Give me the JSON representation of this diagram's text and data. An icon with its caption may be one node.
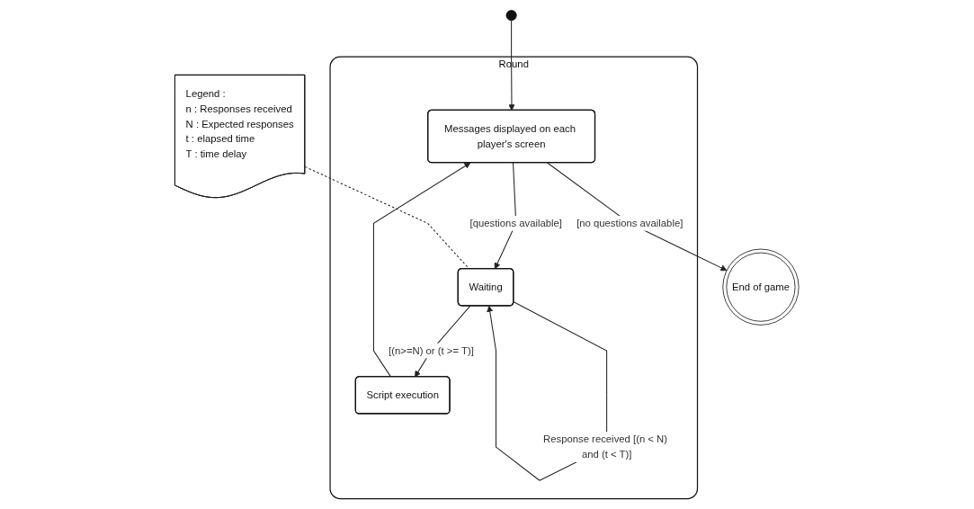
{
  "diagram": {
    "nodes": [
      {
        "text": [],
        "shape": "circle"
      },
      {
        "text": [
          "Round"
        ]
      },
      {
        "text": [
          "Messages displayed on each player's screen"
        ],
        "in": 1
      },
      {
        "text": [
          "Waiting"
        ],
        "in": 1
      },
      {
        "text": [
          "Script execution"
        ],
        "in": 1
      },
      {
        "text": [
          "End of game"
        ]
      },
      {
        "text": [
          "Legend :",
          "n : Responses received",
          "N : Expected responses",
          "t :  elapsed time",
          "T : time delay"
        ]
      }
    ],
    "edges": [
      {
        "from": 0,
        "to": 2,
        "arrow": "to"
      },
      {
        "from": 2,
        "to": 5,
        "arrow": "to",
        "label": "[no questions available]"
      },
      {
        "from": 2,
        "to": 3,
        "arrow": "to",
        "label": "[questions available]"
      },
      {
        "from": 3,
        "to": 3,
        "arrow": "to",
        "label": "Response received [(n < N) and (t < T)]"
      },
      {
        "from": 3,
        "to": 4,
        "arrow": "to",
        "label": "[(n>=N) or (t >= T)]"
      },
      {
        "from": 4,
        "to": 2,
        "arrow": "to"
      },
      {
        "from": 6,
        "to": 3,
        "arrow": "none",
        "style": "dashed"
      }
    ]
  }
}
